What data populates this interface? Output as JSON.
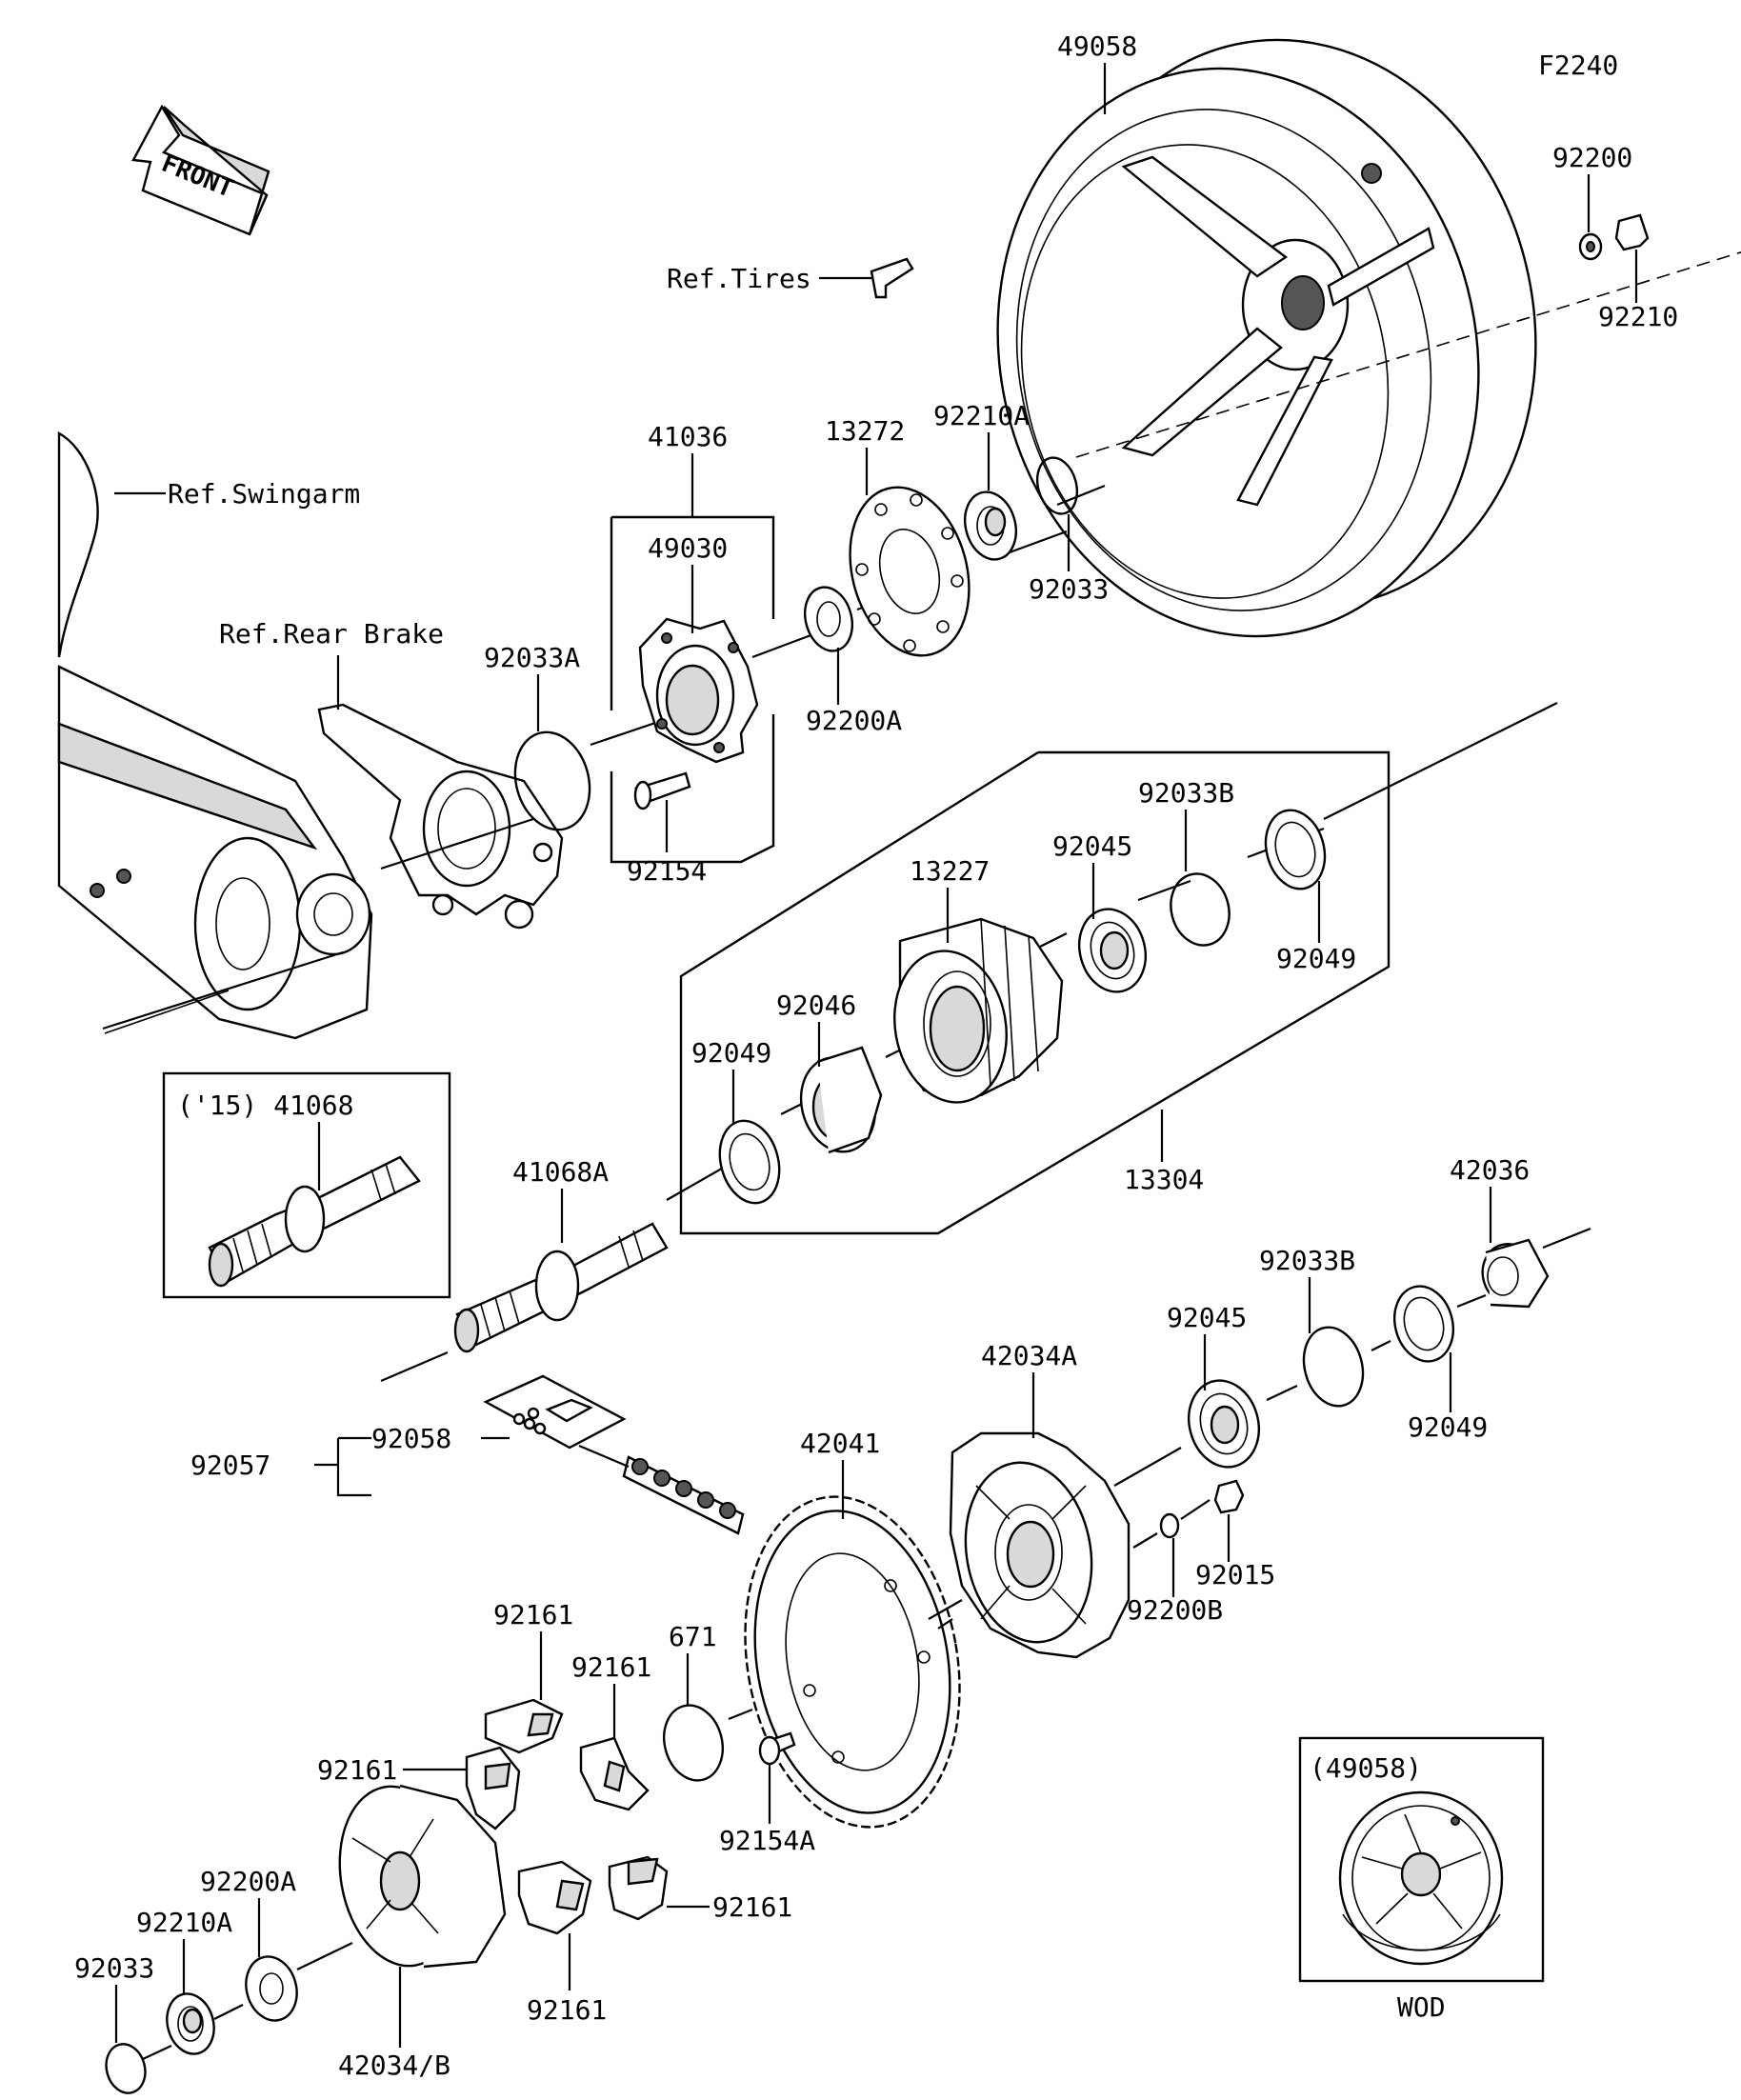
{
  "diagram": {
    "figure_code": "F2240",
    "front_label": "FRONT",
    "refs": {
      "tires": "Ref.Tires",
      "swingarm": "Ref.Swingarm",
      "rear_brake": "Ref.Rear Brake"
    },
    "inset_axle_label": "('15) 41068",
    "inset_wheel_label": "(49058)",
    "inset_wheel_caption": "WOD",
    "parts": {
      "p49058": "49058",
      "p92200": "92200",
      "p92210": "92210",
      "p41036": "41036",
      "p13272": "13272",
      "p92210A_top": "92210A",
      "p92033_top": "92033",
      "p49030": "49030",
      "p92033A": "92033A",
      "p92200A_top": "92200A",
      "p92154": "92154",
      "p92033B_top": "92033B",
      "p92045_top": "92045",
      "p13227": "13227",
      "p92049_right": "92049",
      "p92046": "92046",
      "p92049_left": "92049",
      "p13304": "13304",
      "p41068A": "41068A",
      "p42036": "42036",
      "p92033B_mid": "92033B",
      "p92045_mid": "92045",
      "p42034A": "42034A",
      "p92049_mid": "92049",
      "p92058": "92058",
      "p92057": "92057",
      "p42041": "42041",
      "p92015": "92015",
      "p92200B": "92200B",
      "p92161_a": "92161",
      "p92161_b": "92161",
      "p671": "671",
      "p92161_c": "92161",
      "p92154A": "92154A",
      "p92200A_bot": "92200A",
      "p92210A_bot": "92210A",
      "p92161_d": "92161",
      "p92033_bot": "92033",
      "p92161_e": "92161",
      "p42034B": "42034/B"
    }
  }
}
